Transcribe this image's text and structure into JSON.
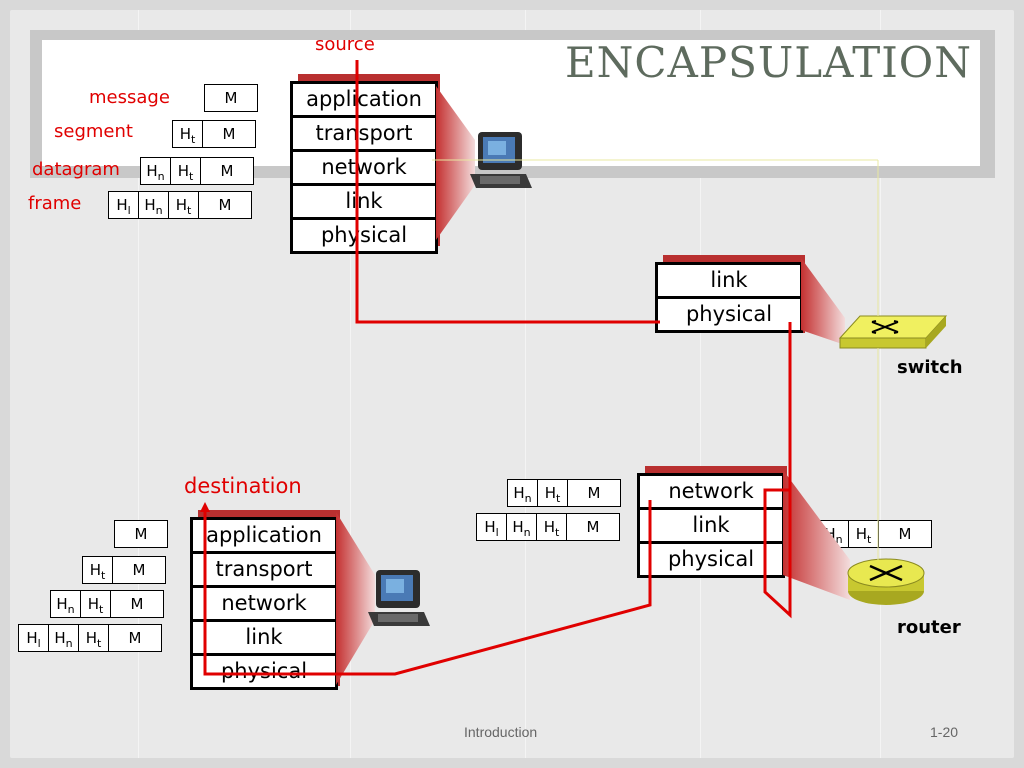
{
  "title": "ENCAPSULATION",
  "labels": {
    "source": "source",
    "destination": "destination",
    "switch": "switch",
    "router": "router",
    "message": "message",
    "segment": "segment",
    "datagram": "datagram",
    "frame": "frame"
  },
  "stacks": {
    "source": [
      "application",
      "transport",
      "network",
      "link",
      "physical"
    ],
    "switch": [
      "link",
      "physical"
    ],
    "router": [
      "network",
      "link",
      "physical"
    ],
    "destination": [
      "application",
      "transport",
      "network",
      "link",
      "physical"
    ]
  },
  "headers": {
    "transport": "H",
    "transport_sub": "t",
    "network": "H",
    "network_sub": "n",
    "link": "H",
    "link_sub": "l",
    "message": "M"
  },
  "footer": {
    "left": "Introduction",
    "right": "1-20"
  },
  "colors": {
    "path": "#e00000",
    "label_red": "#e00000",
    "device_yellow": "#e6e640",
    "layer_shadow": "#b93030"
  }
}
